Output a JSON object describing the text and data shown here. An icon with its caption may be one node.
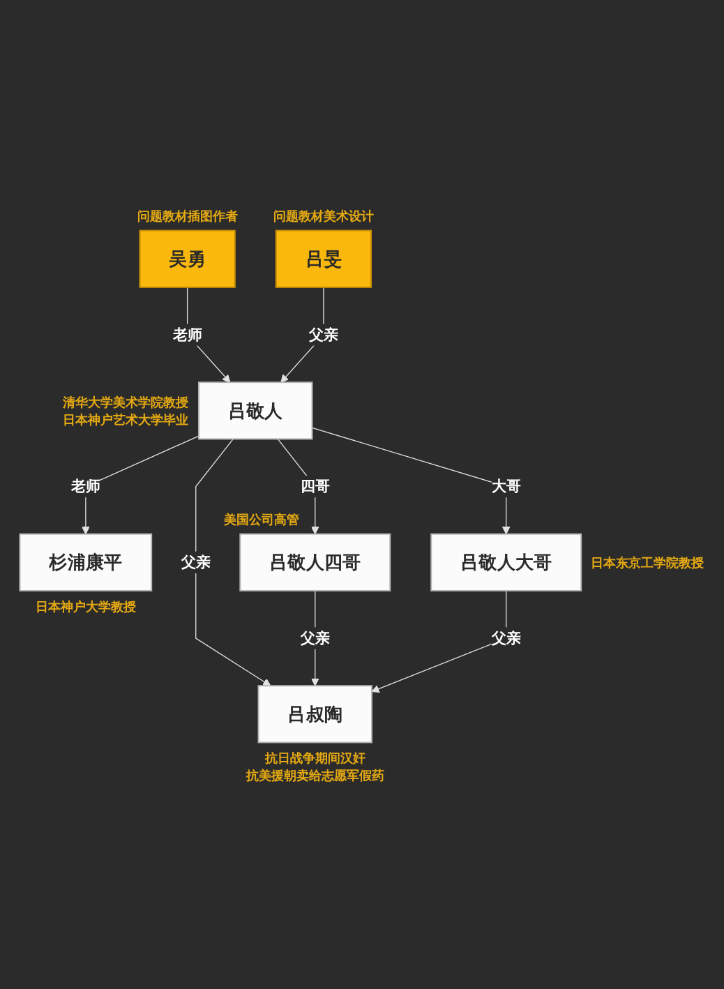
{
  "diagram": {
    "nodes": [
      {
        "text": [
          "吴勇"
        ],
        "beside": [
          "问题教材插图作者"
        ]
      },
      {
        "text": [
          "吕旻"
        ],
        "beside": [
          "问题教材美术设计"
        ]
      },
      {
        "text": [
          "吕敬人"
        ],
        "beside": [
          "清华大学美术学院教授",
          "日本神户艺术大学毕业"
        ]
      },
      {
        "text": [
          "杉浦康平"
        ],
        "beside": [
          "日本神户大学教授"
        ]
      },
      {
        "text": [
          "吕敬人四哥"
        ],
        "beside": [
          "美国公司高管"
        ]
      },
      {
        "text": [
          "吕敬人大哥"
        ],
        "beside": [
          "日本东京工学院教授"
        ]
      },
      {
        "text": [
          "吕叔陶"
        ],
        "beside": [
          "抗日战争期间汉奸",
          "抗美援朝卖给志愿军假药"
        ]
      }
    ],
    "edges": [
      {
        "from": 0,
        "to": 2,
        "arrow": "to",
        "label": "老师"
      },
      {
        "from": 1,
        "to": 2,
        "arrow": "to",
        "label": "父亲"
      },
      {
        "from": 2,
        "to": 3,
        "arrow": "to",
        "label": "老师"
      },
      {
        "from": 2,
        "to": 4,
        "arrow": "to",
        "label": "四哥"
      },
      {
        "from": 2,
        "to": 5,
        "arrow": "to",
        "label": "大哥"
      },
      {
        "from": 2,
        "to": 6,
        "arrow": "to",
        "label": "父亲"
      },
      {
        "from": 4,
        "to": 6,
        "arrow": "to",
        "label": "父亲"
      },
      {
        "from": 5,
        "to": 6,
        "arrow": "to",
        "label": "父亲"
      }
    ]
  }
}
